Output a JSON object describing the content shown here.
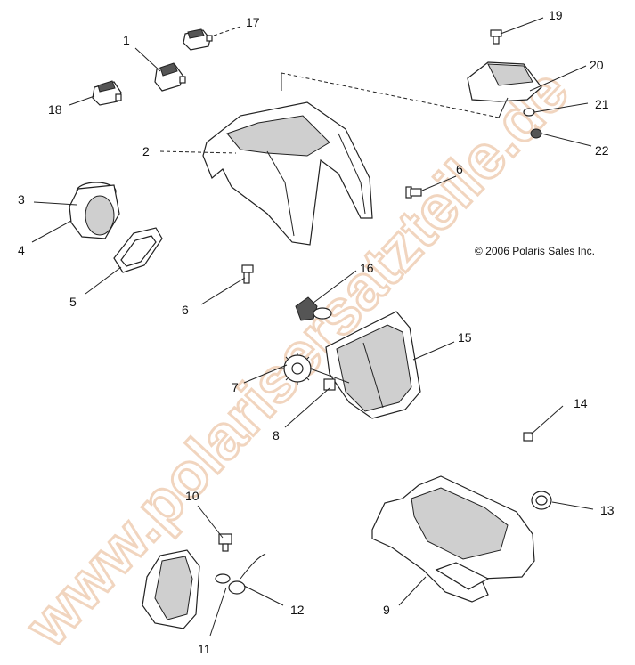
{
  "watermark": "www.polarisersatzteile.de",
  "copyright": "© 2006 Polaris Sales Inc.",
  "callouts": {
    "c1": "1",
    "c2": "2",
    "c3": "3",
    "c4": "4",
    "c5": "5",
    "c6a": "6",
    "c6b": "6",
    "c7": "7",
    "c8": "8",
    "c9": "9",
    "c10": "10",
    "c11": "11",
    "c12": "12",
    "c13": "13",
    "c14": "14",
    "c15": "15",
    "c16": "16",
    "c17": "17",
    "c18": "18",
    "c19": "19",
    "c20": "20",
    "c21": "21",
    "c22": "22"
  }
}
